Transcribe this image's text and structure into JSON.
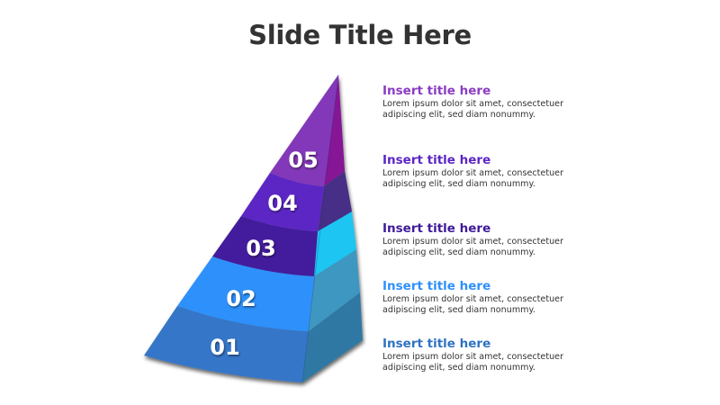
{
  "slide": {
    "title": "Slide Title Here"
  },
  "pyramid": {
    "levels": [
      {
        "number": "01",
        "front_color": "#3476c8",
        "side_color": "#2e78a3"
      },
      {
        "number": "02",
        "front_color": "#2e90fa",
        "side_color": "#3d97c0"
      },
      {
        "number": "03",
        "front_color": "#431f9c",
        "side_color": "#1fc5f2"
      },
      {
        "number": "04",
        "front_color": "#5c28c4",
        "side_color": "#472f86"
      },
      {
        "number": "05",
        "front_color": "#8238b8",
        "side_color": "#861596"
      }
    ]
  },
  "items": [
    {
      "title": "Insert title here",
      "desc_line1": "Lorem ipsum dolor sit amet, consectetuer",
      "desc_line2": "adipiscing elit, sed diam nonummy.",
      "color": "#8a3bc4"
    },
    {
      "title": "Insert title here",
      "desc_line1": "Lorem ipsum dolor sit amet, consectetuer",
      "desc_line2": "adipiscing elit, sed diam nonummy.",
      "color": "#5b25c4"
    },
    {
      "title": "Insert title here",
      "desc_line1": "Lorem ipsum dolor sit amet, consectetuer",
      "desc_line2": "adipiscing elit, sed diam nonummy.",
      "color": "#3e1a9a"
    },
    {
      "title": "Insert title here",
      "desc_line1": "Lorem ipsum dolor sit amet, consectetuer",
      "desc_line2": "adipiscing elit, sed diam nonummy.",
      "color": "#2e90fa"
    },
    {
      "title": "Insert title here",
      "desc_line1": "Lorem ipsum dolor sit amet, consectetuer",
      "desc_line2": "adipiscing elit, sed diam nonummy.",
      "color": "#2f72c2"
    }
  ]
}
